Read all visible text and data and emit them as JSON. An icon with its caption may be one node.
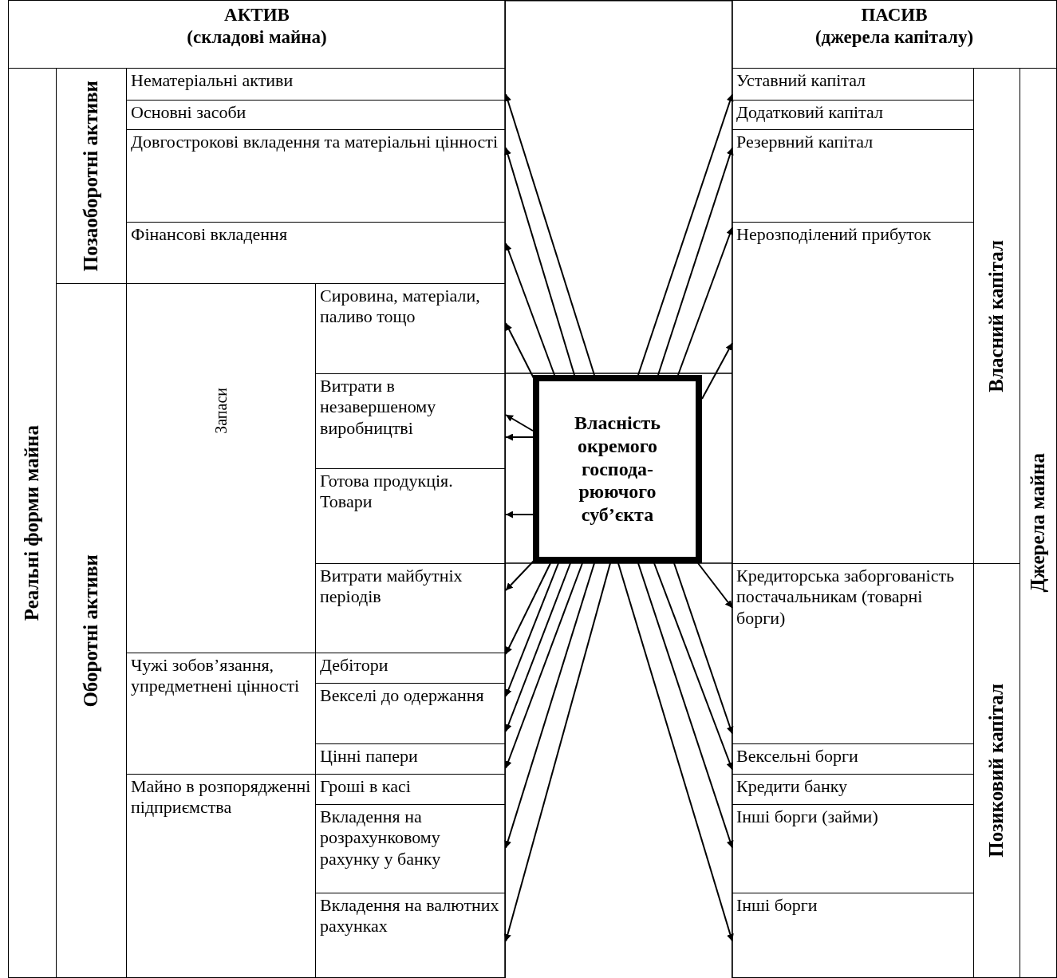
{
  "diagram": {
    "nodes": [
      {
        "text": [
          "АКТИВ",
          "(складові майна)"
        ]
      },
      {
        "text": [
          "ПАСИВ",
          "(джерела капіталу)"
        ]
      },
      {
        "text": [
          "Реальні форми майна"
        ]
      },
      {
        "text": [
          "Позаоборотні активи"
        ]
      },
      {
        "text": [
          "Нематеріальні активи"
        ]
      },
      {
        "text": [
          "Основні засоби"
        ]
      },
      {
        "text": [
          "Довгострокові вкладення та матеріальні цінності"
        ]
      },
      {
        "text": [
          "Фінансові вкладення"
        ]
      },
      {
        "text": [
          "Оборотні активи"
        ]
      },
      {
        "text": [
          "Запаси"
        ]
      },
      {
        "text": [
          "Сировина, матеріали, паливо тощо"
        ]
      },
      {
        "text": [
          "Витрати в незавершеному виробництві"
        ]
      },
      {
        "text": [
          "Готова продукція. Товари"
        ]
      },
      {
        "text": [
          "Витрати майбутніх періодів"
        ]
      },
      {
        "text": [
          "Чужі зобов’язання, упредметнені цінності"
        ]
      },
      {
        "text": [
          "Дебітори"
        ]
      },
      {
        "text": [
          "Векселі до одержання"
        ]
      },
      {
        "text": [
          "Цінні папери"
        ]
      },
      {
        "text": [
          "Майно в розпорядженні підприємства"
        ]
      },
      {
        "text": [
          "Гроші в касі"
        ]
      },
      {
        "text": [
          "Вкладення на розрахунковому рахунку у банку"
        ]
      },
      {
        "text": [
          "Вкладення на валютних рахунках"
        ]
      },
      {
        "text": [
          "Власність окремого господа-рюючого суб’єкта"
        ]
      },
      {
        "text": [
          "Уставний капітал"
        ]
      },
      {
        "text": [
          "Додатковий капітал"
        ]
      },
      {
        "text": [
          "Резервний капітал"
        ]
      },
      {
        "text": [
          "Нерозподілений прибуток"
        ]
      },
      {
        "text": [
          "Власний капітал"
        ]
      },
      {
        "text": [
          "Кредиторська заборгованість постачальникам (товарні борги)"
        ]
      },
      {
        "text": [
          "Вексельні борги"
        ]
      },
      {
        "text": [
          "Кредити банку"
        ]
      },
      {
        "text": [
          "Інші борги (займи)"
        ]
      },
      {
        "text": [
          "Інші борги"
        ]
      },
      {
        "text": [
          "Позиковий капітал"
        ]
      },
      {
        "text": [
          "Джерела майна"
        ]
      }
    ],
    "edges": [
      {
        "from": 22,
        "to": 4,
        "arrow": "to"
      },
      {
        "from": 22,
        "to": 6,
        "arrow": "to"
      },
      {
        "from": 22,
        "to": 7,
        "arrow": "to"
      },
      {
        "from": 22,
        "to": 10,
        "arrow": "to"
      },
      {
        "from": 22,
        "to": 11,
        "arrow": "to"
      },
      {
        "from": 22,
        "to": 11,
        "arrow": "to"
      },
      {
        "from": 22,
        "to": 12,
        "arrow": "to"
      },
      {
        "from": 22,
        "to": 13,
        "arrow": "to"
      },
      {
        "from": 22,
        "to": 15,
        "arrow": "to"
      },
      {
        "from": 22,
        "to": 16,
        "arrow": "to"
      },
      {
        "from": 22,
        "to": 16,
        "arrow": "to"
      },
      {
        "from": 22,
        "to": 17,
        "arrow": "to"
      },
      {
        "from": 22,
        "to": 20,
        "arrow": "to"
      },
      {
        "from": 22,
        "to": 21,
        "arrow": "to"
      },
      {
        "from": 22,
        "to": 23,
        "arrow": "to"
      },
      {
        "from": 22,
        "to": 25,
        "arrow": "to"
      },
      {
        "from": 22,
        "to": 26,
        "arrow": "to"
      },
      {
        "from": 22,
        "to": 26,
        "arrow": "to"
      },
      {
        "from": 22,
        "to": 28,
        "arrow": "to"
      },
      {
        "from": 22,
        "to": 28,
        "arrow": "to"
      },
      {
        "from": 22,
        "to": 29,
        "arrow": "to"
      },
      {
        "from": 22,
        "to": 31,
        "arrow": "to"
      },
      {
        "from": 22,
        "to": 32,
        "arrow": "to"
      }
    ]
  }
}
